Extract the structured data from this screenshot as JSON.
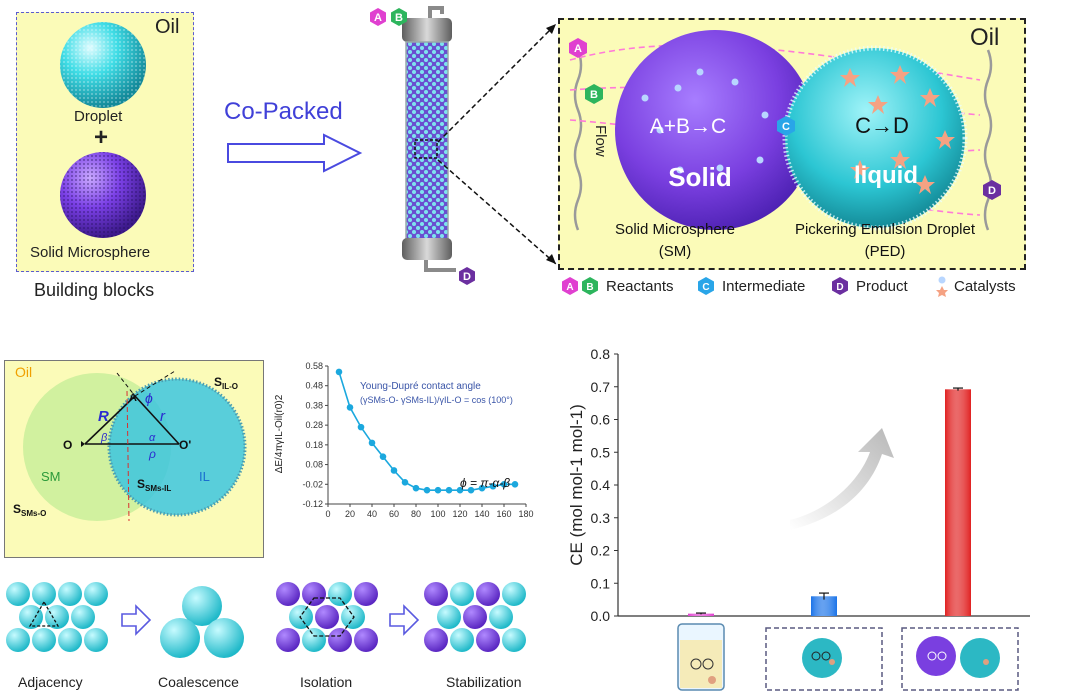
{
  "building": {
    "oil": "Oil",
    "droplet": "Droplet",
    "plus": "+",
    "solid_microsphere": "Solid Microsphere",
    "caption": "Building blocks"
  },
  "arrow_label": "Co-Packed",
  "column": {
    "a": "A",
    "b": "B",
    "d": "D"
  },
  "zoom": {
    "oil": "Oil",
    "flow": "Flow",
    "a": "A",
    "b": "B",
    "c": "C",
    "d": "D",
    "reaction_solid": "A+B→C",
    "reaction_liquid": "C→D",
    "solid_word": "Solid",
    "liquid_word": "liquid",
    "sm_name": "Solid Microsphere",
    "sm_abbr": "(SM)",
    "ped_name": "Pickering Emulsion Droplet",
    "ped_abbr": "(PED)"
  },
  "legend": {
    "a": "A",
    "b": "B",
    "c": "C",
    "d": "D",
    "reactants": "Reactants",
    "intermediate": "Intermediate",
    "product": "Product",
    "catalysts": "Catalysts"
  },
  "geometry_diagram": {
    "oil": "Oil",
    "s_il_o_main": "S",
    "s_il_o_sub": "IL-O",
    "A": "A",
    "phi": "ϕ",
    "R": "R",
    "r": "r",
    "beta": "β",
    "alpha": "α",
    "rho": "ρ",
    "O": "O",
    "O_prime": "O'",
    "SM": "SM",
    "IL": "IL",
    "s_sms_il_main": "S",
    "s_sms_il_sub": "SMs-IL",
    "s_sms_o_main": "S",
    "s_sms_o_sub": "SMs-O"
  },
  "energy_chart": {
    "type": "line",
    "ylabel": "ΔE/4πγIL-Oil(r0)2",
    "annotation_line1": "Young-Dupré contact angle",
    "annotation_line2": "(γSMs-O- γSMs-IL)/γIL-O = cos (100°)",
    "formula": "ϕ = π-α-β",
    "ylim": [
      -0.02,
      0.58
    ],
    "xlim": [
      0,
      180
    ],
    "yticks": [
      "0.58",
      "0.48",
      "0.38",
      "0.28",
      "0.18",
      "0.08",
      "-0.02",
      "-0.12"
    ],
    "xticks": [
      "0",
      "20",
      "40",
      "60",
      "80",
      "100",
      "120",
      "140",
      "160",
      "180"
    ],
    "color": "#1ba8de",
    "points": [
      [
        10,
        0.55
      ],
      [
        20,
        0.37
      ],
      [
        30,
        0.27
      ],
      [
        40,
        0.19
      ],
      [
        50,
        0.12
      ],
      [
        60,
        0.05
      ],
      [
        70,
        -0.01
      ],
      [
        80,
        -0.04
      ],
      [
        90,
        -0.05
      ],
      [
        100,
        -0.05
      ],
      [
        110,
        -0.05
      ],
      [
        120,
        -0.05
      ],
      [
        130,
        -0.05
      ],
      [
        140,
        -0.04
      ],
      [
        150,
        -0.03
      ],
      [
        160,
        -0.02
      ],
      [
        170,
        -0.02
      ]
    ]
  },
  "packing": {
    "adjacency": "Adjacency",
    "coalescence": "Coalescence",
    "isolation": "Isolation",
    "stabilization": "Stabilization"
  },
  "chart_data": {
    "type": "bar",
    "ylabel": "CE (mol mol-1 mol-1)",
    "ylim": [
      0,
      0.8
    ],
    "yticks": [
      "0.8",
      "0.7",
      "0.6",
      "0.5",
      "0.4",
      "0.3",
      "0.2",
      "0.1",
      "0.0"
    ],
    "values": [
      0.007,
      0.06,
      0.692
    ],
    "errors": [
      0.002,
      0.01,
      0.004
    ],
    "colors": [
      "#e040d0",
      "#1a73e8",
      "#e02020"
    ]
  },
  "colors": {
    "yellow_bg": "#fdfdb0",
    "cyan": "#3cd6e0",
    "purple": "#7a3fe0",
    "arrow_blue": "#4a4ae0",
    "box_dash": "#5555cc"
  }
}
